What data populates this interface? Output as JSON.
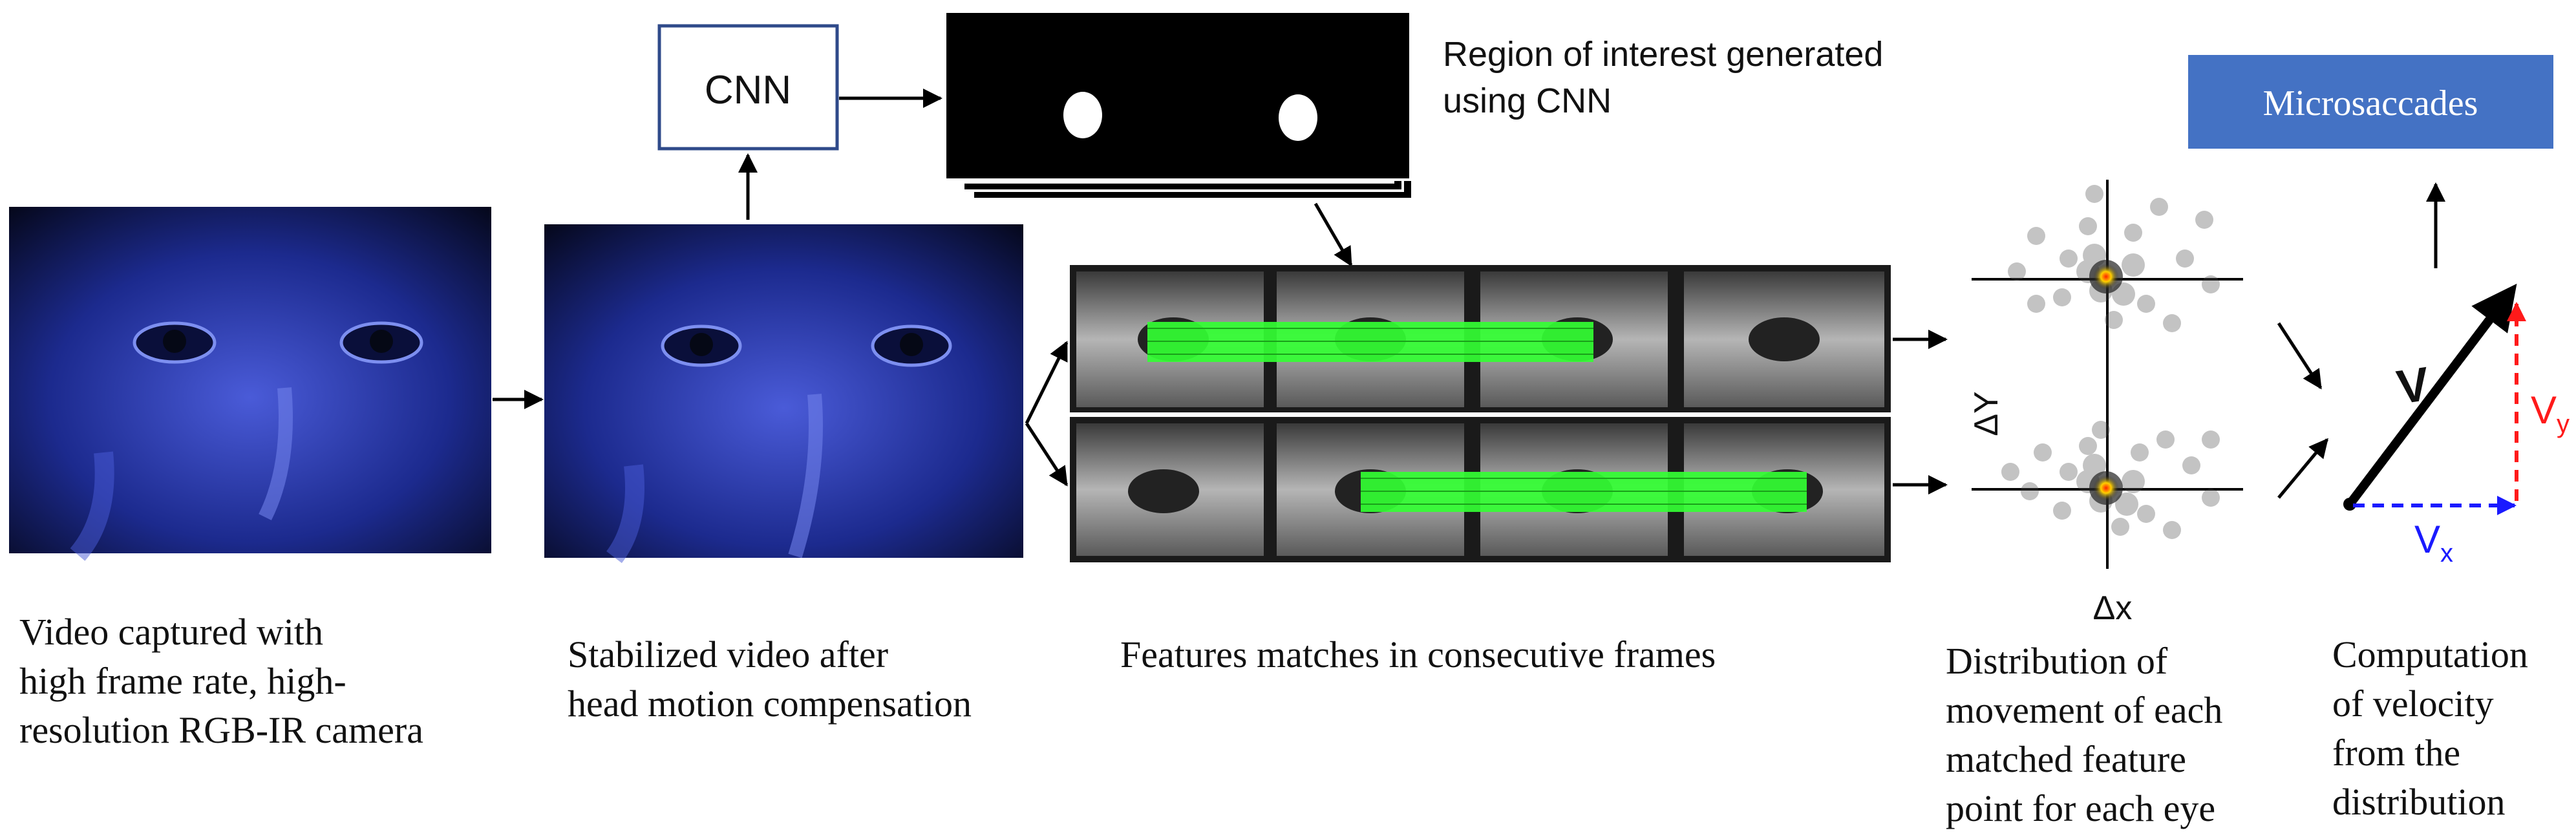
{
  "boxes": {
    "cnn_label": "CNN",
    "microsaccades_label": "Microsaccades"
  },
  "annotations": {
    "roi_lines": [
      "Region of interest generated",
      "using CNN"
    ]
  },
  "captions": {
    "video": [
      "Video captured with",
      "high frame rate, high-",
      "resolution RGB-IR camera"
    ],
    "stabilized": [
      "Stabilized video after",
      "head motion compensation"
    ],
    "features": [
      "Features matches in consecutive frames"
    ],
    "distribution": [
      "Distribution of",
      "movement of each",
      "matched feature",
      "point for each eye"
    ],
    "velocity": [
      "Computation",
      "of velocity",
      "from the",
      "distribution"
    ]
  },
  "scatter_axes": {
    "y_label": "ΔY",
    "x_label": "Δx"
  },
  "velocity_labels": {
    "v": "V",
    "vx": "V",
    "vx_sub": "x",
    "vy": "V",
    "vy_sub": "y"
  },
  "colors": {
    "box_border": "#2f4a8a",
    "microsaccades_fill": "#4472c4",
    "match_green": "#33ff33",
    "vx_color": "#1a1aff",
    "vy_color": "#ff1a1a",
    "video_tint": "#1a2a9a"
  }
}
